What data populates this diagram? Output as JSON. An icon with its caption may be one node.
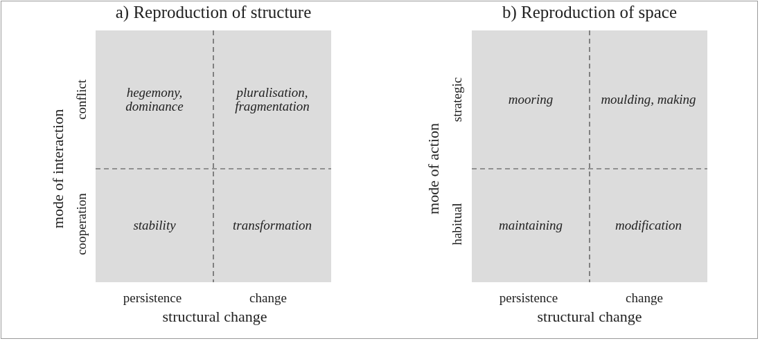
{
  "diagram": {
    "nodes": [
      {
        "text": [
          "a) Reproduction of structure"
        ]
      },
      {
        "text": [
          "hegemony, dominance"
        ],
        "in": 0
      },
      {
        "text": [
          "pluralisation, fragmentation"
        ],
        "in": 0
      },
      {
        "text": [
          "stability"
        ],
        "in": 0
      },
      {
        "text": [
          "transformation"
        ],
        "in": 0
      },
      {
        "text": [
          "b) Reproduction of space"
        ]
      },
      {
        "text": [
          "mooring"
        ],
        "in": 5
      },
      {
        "text": [
          "moulding, making"
        ],
        "in": 5
      },
      {
        "text": [
          "maintaining"
        ],
        "in": 5
      },
      {
        "text": [
          "modification"
        ],
        "in": 5
      }
    ],
    "labels": [
      "conflict",
      "cooperation",
      "mode of interaction",
      "persistence",
      "change",
      "structural change",
      "strategic",
      "habitual",
      "mode of action",
      "persistence",
      "change",
      "structural change"
    ]
  }
}
